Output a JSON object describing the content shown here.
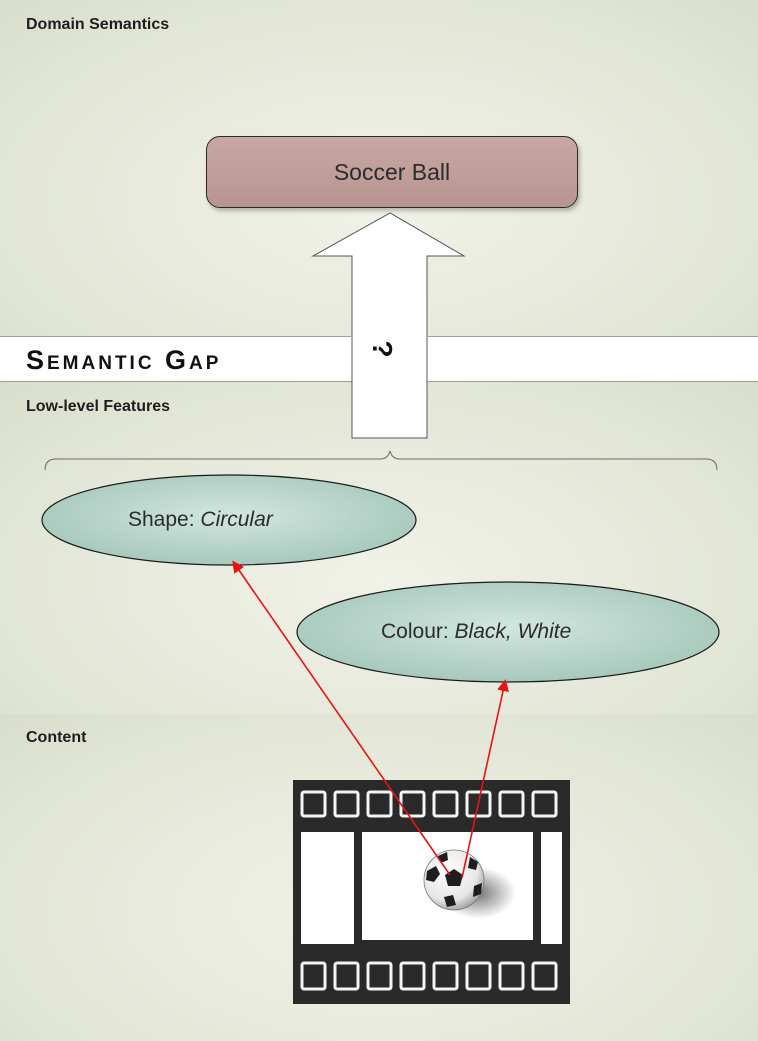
{
  "panels": {
    "domain_semantics": "Domain Semantics",
    "low_level_features": "Low-level Features",
    "content": "Content"
  },
  "semantic_gap": "Semantic Gap",
  "question_mark": "?",
  "concept": "Soccer Ball",
  "features": [
    {
      "name": "Shape:",
      "value": "Circular"
    },
    {
      "name": "Colour:",
      "value": "Black, White"
    }
  ],
  "colors": {
    "panel_bg": "#e5e8da",
    "concept_box": "#c3a29e",
    "feature_ellipse": "#a9cbbf",
    "link_arrow": "#ee1111"
  }
}
